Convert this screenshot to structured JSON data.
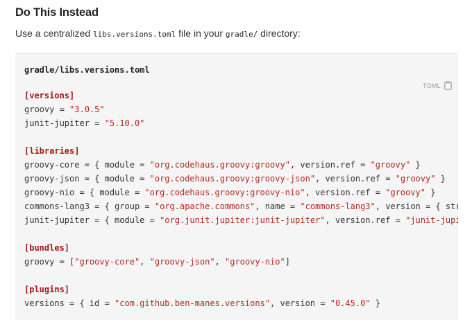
{
  "heading": "Do This Instead",
  "intro": {
    "prefix": "Use a centralized ",
    "file_code": "libs.versions.toml",
    "middle": " file in your ",
    "dir_code": "gradle/",
    "suffix": " directory:"
  },
  "code_block": {
    "filename": "gradle/libs.versions.toml",
    "language": "TOML",
    "copy_icon": "clipboard-icon",
    "colors": {
      "background": "#f5f5f5",
      "section": "#a31515",
      "string": "#b5261e",
      "text": "#333333"
    },
    "lines": [
      [
        {
          "t": "section",
          "v": "[versions]"
        }
      ],
      [
        {
          "t": "plain",
          "v": "groovy = "
        },
        {
          "t": "string",
          "v": "\"3.0.5\""
        }
      ],
      [
        {
          "t": "plain",
          "v": "junit-jupiter = "
        },
        {
          "t": "string",
          "v": "\"5.10.0\""
        }
      ],
      [],
      [
        {
          "t": "section",
          "v": "[libraries]"
        }
      ],
      [
        {
          "t": "plain",
          "v": "groovy-core = { module = "
        },
        {
          "t": "string",
          "v": "\"org.codehaus.groovy:groovy\""
        },
        {
          "t": "plain",
          "v": ", version.ref = "
        },
        {
          "t": "string",
          "v": "\"groovy\""
        },
        {
          "t": "plain",
          "v": " }"
        }
      ],
      [
        {
          "t": "plain",
          "v": "groovy-json = { module = "
        },
        {
          "t": "string",
          "v": "\"org.codehaus.groovy:groovy-json\""
        },
        {
          "t": "plain",
          "v": ", version.ref = "
        },
        {
          "t": "string",
          "v": "\"groovy\""
        },
        {
          "t": "plain",
          "v": " }"
        }
      ],
      [
        {
          "t": "plain",
          "v": "groovy-nio = { module = "
        },
        {
          "t": "string",
          "v": "\"org.codehaus.groovy:groovy-nio\""
        },
        {
          "t": "plain",
          "v": ", version.ref = "
        },
        {
          "t": "string",
          "v": "\"groovy\""
        },
        {
          "t": "plain",
          "v": " }"
        }
      ],
      [
        {
          "t": "plain",
          "v": "commons-lang3 = { group = "
        },
        {
          "t": "string",
          "v": "\"org.apache.commons\""
        },
        {
          "t": "plain",
          "v": ", name = "
        },
        {
          "t": "string",
          "v": "\"commons-lang3\""
        },
        {
          "t": "plain",
          "v": ", version = { strictl"
        }
      ],
      [
        {
          "t": "plain",
          "v": "junit-jupiter = { module = "
        },
        {
          "t": "string",
          "v": "\"org.junit.jupiter:junit-jupiter\""
        },
        {
          "t": "plain",
          "v": ", version.ref = "
        },
        {
          "t": "string",
          "v": "\"junit-jupiter'"
        }
      ],
      [],
      [
        {
          "t": "section",
          "v": "[bundles]"
        }
      ],
      [
        {
          "t": "plain",
          "v": "groovy = ["
        },
        {
          "t": "string",
          "v": "\"groovy-core\""
        },
        {
          "t": "plain",
          "v": ", "
        },
        {
          "t": "string",
          "v": "\"groovy-json\""
        },
        {
          "t": "plain",
          "v": ", "
        },
        {
          "t": "string",
          "v": "\"groovy-nio\""
        },
        {
          "t": "plain",
          "v": "]"
        }
      ],
      [],
      [
        {
          "t": "section",
          "v": "[plugins]"
        }
      ],
      [
        {
          "t": "plain",
          "v": "versions = { id = "
        },
        {
          "t": "string",
          "v": "\"com.github.ben-manes.versions\""
        },
        {
          "t": "plain",
          "v": ", version = "
        },
        {
          "t": "string",
          "v": "\"0.45.0\""
        },
        {
          "t": "plain",
          "v": " }"
        }
      ]
    ]
  }
}
